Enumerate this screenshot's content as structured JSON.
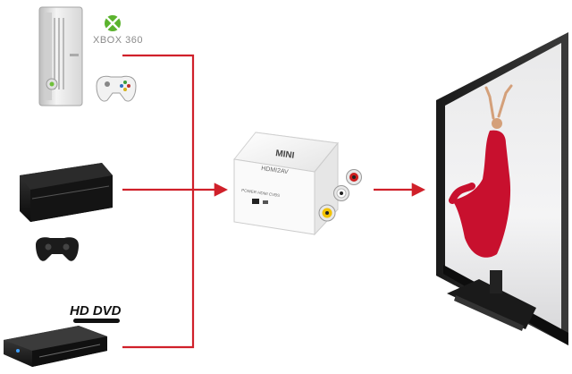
{
  "sources": {
    "xbox": {
      "brand": "XBOX 360",
      "icon": "xbox-console-icon"
    },
    "playstation": {
      "icon": "playstation-console-icon"
    },
    "dvd": {
      "brand_top": "HD DVD",
      "icon": "dvd-player-icon"
    }
  },
  "converter": {
    "brand": "MINI",
    "model": "HDMI2AV",
    "port_label": "POWER  HDMI  CVBS",
    "icon": "converter-box-icon"
  },
  "display": {
    "icon": "television-icon"
  },
  "colors": {
    "connector": "#d0202a",
    "converter_body": "#f2f2f2",
    "rca_yellow": "#f2c200",
    "rca_red": "#cc1f1f",
    "screen_dress": "#c8102e"
  }
}
